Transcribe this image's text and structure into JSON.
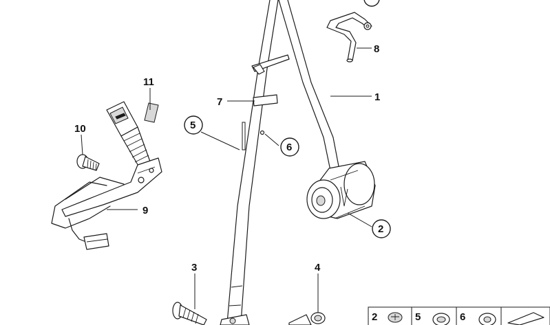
{
  "callouts": {
    "c1": "1",
    "c2": "2",
    "c3": "3",
    "c4": "4",
    "c5": "5",
    "c6": "6",
    "c7": "7",
    "c8": "8",
    "c9": "9",
    "c10": "10",
    "c11": "11"
  },
  "legend": {
    "item_a": "2",
    "item_b": "5",
    "item_c": "6"
  }
}
